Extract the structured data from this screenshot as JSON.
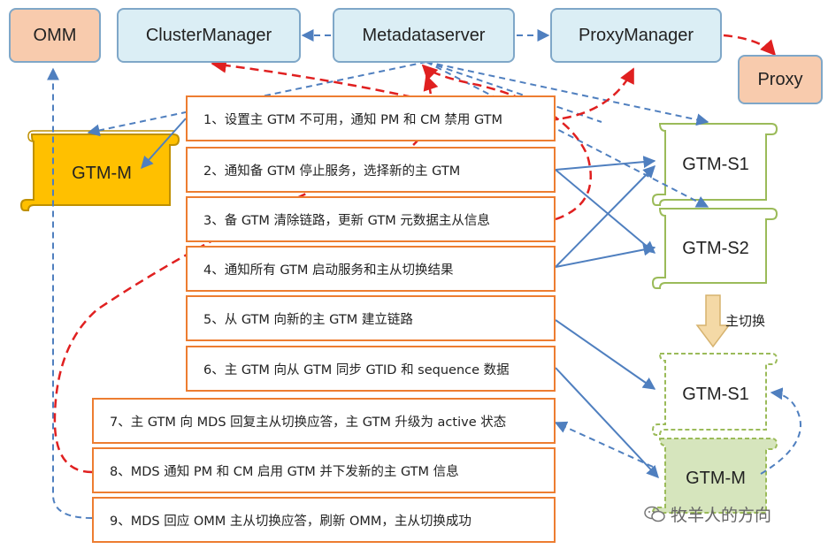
{
  "nodes": {
    "omm": "OMM",
    "cluster_manager": "ClusterManager",
    "metadataserver": "Metadataserver",
    "proxy_manager": "ProxyManager",
    "proxy": "Proxy"
  },
  "scrolls": {
    "gtm_m_left": "GTM-M",
    "gtm_s1_top": "GTM-S1",
    "gtm_s2": "GTM-S2",
    "gtm_s1_bottom": "GTM-S1",
    "gtm_m_bottom": "GTM-M"
  },
  "switch_label": "主切换",
  "steps": [
    "1、设置主 GTM 不可用，通知 PM 和 CM 禁用 GTM",
    "2、通知备 GTM 停止服务，选择新的主 GTM",
    "3、备 GTM 清除链路，更新 GTM 元数据主从信息",
    "4、通知所有 GTM 启动服务和主从切换结果",
    "5、从 GTM 向新的主 GTM 建立链路",
    "6、主 GTM 向从 GTM 同步 GTID 和 sequence 数据",
    "7、主 GTM 向 MDS 回复主从切换应答，主 GTM 升级为 active 状态",
    "8、MDS 通知 PM 和 CM 启用 GTM 并下发新的主 GTM 信息",
    "9、MDS 回应 OMM 主从切换应答，刷新 OMM，主从切换成功"
  ],
  "watermark": "牧羊人的方向",
  "colors": {
    "blue_line": "#4f7fbf",
    "red_dash": "#e02020",
    "step_border": "#ed7d31",
    "gtm_m_fill": "#ffc000",
    "gtm_m_bottom_fill": "#d6e5bd",
    "scroll_outline": "#9bbb59",
    "arrow_fill": "#f4d9a6"
  }
}
